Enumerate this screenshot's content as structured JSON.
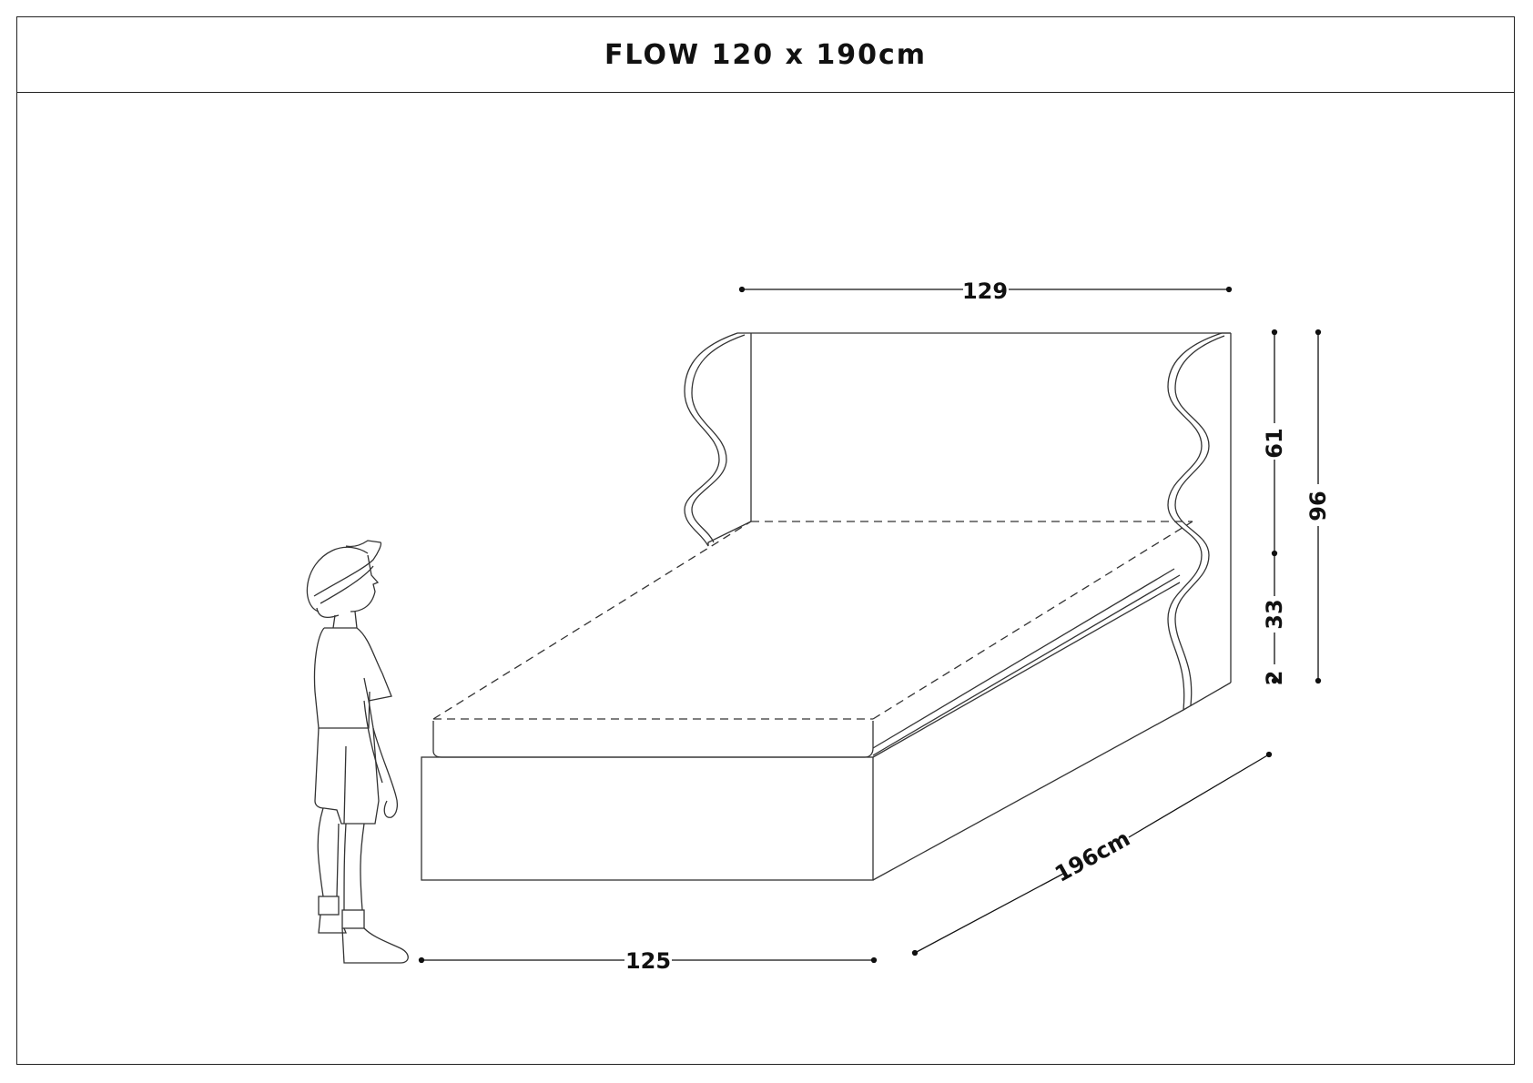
{
  "title": "FLOW 120 x 190cm",
  "dimensions": {
    "headboard_width": "129",
    "headboard_height": "61",
    "side_height": "33",
    "leg_height": "2",
    "total_height": "96",
    "length": "196cm",
    "base_width": "125"
  }
}
